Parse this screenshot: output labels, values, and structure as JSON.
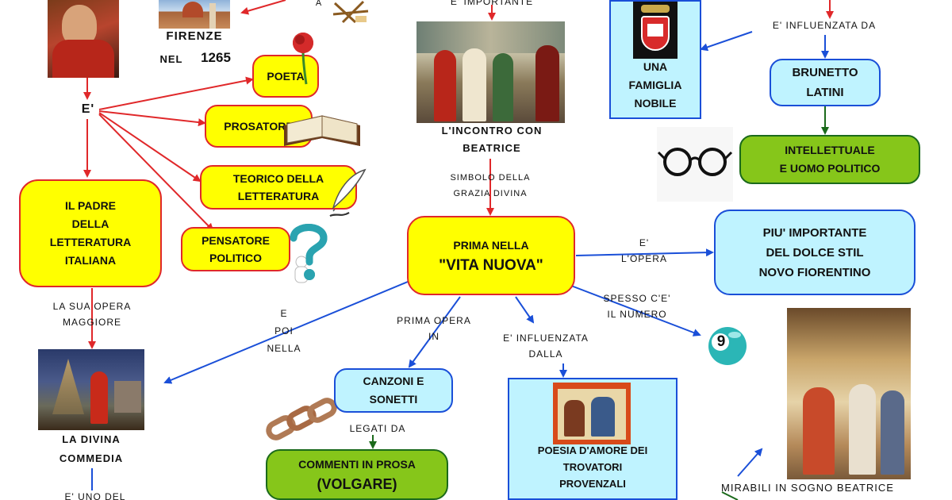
{
  "nodes": {
    "firenze": "FIRENZE",
    "nel": "NEL",
    "year": "1265",
    "e_center": "E'",
    "poeta": "POETA",
    "prosatore": "PROSATORE",
    "teorico": [
      "TEORICO    DELLA",
      "LETTERATURA"
    ],
    "pensatore": [
      "PENSATORE",
      "POLITICO"
    ],
    "padre": [
      "IL   PADRE",
      "DELLA",
      "LETTERATURA",
      "ITALIANA"
    ],
    "sua_opera": [
      "LA  SUA  OPERA",
      "MAGGIORE"
    ],
    "divina": [
      "LA   DIVINA",
      "COMMEDIA"
    ],
    "e_uno": "E'   UNO   DEL",
    "top_a": "A",
    "top_importante": "E'   IMPORTANTE",
    "incontro": [
      "L'INCONTRO    CON",
      "BEATRICE"
    ],
    "simbolo": [
      "SIMBOLO    DELLA",
      "GRAZIA   DIVINA"
    ],
    "vita_nuova_1": "PRIMA    NELLA",
    "vita_nuova_2": "\"VITA    NUOVA\"",
    "e_opera": [
      "E'",
      "L'OPERA"
    ],
    "piu_importante": [
      "PIU'    IMPORTANTE",
      "DEL   DOLCE   STIL",
      "NOVO    FIORENTINO"
    ],
    "spesso": [
      "SPESSO    C'E'",
      "IL   NUMERO"
    ],
    "nine": "9",
    "e_poi": [
      "E",
      "POI",
      "NELLA"
    ],
    "prima_opera": [
      "PRIMA    OPERA",
      "IN"
    ],
    "e_influenzata": [
      "E'       INFLUENZATA",
      "DALLA"
    ],
    "canzoni": [
      "CANZONI    E",
      "SONETTI"
    ],
    "legati": "LEGATI    DA",
    "commenti": [
      "COMMENTI    IN    PROSA",
      "(VOLGARE)"
    ],
    "poesia": [
      "POESIA    D'AMORE   DEI",
      "TROVATORI",
      "PROVENZALI"
    ],
    "mirabili": "MIRABILI      IN     SOGNO     BEATRICE",
    "famiglia": [
      "UNA",
      "FAMIGLIA",
      "NOBILE"
    ],
    "influenzata_da": "E'     INFLUENZATA     DA",
    "brunetto": [
      "BRUNETTO",
      "LATINI"
    ],
    "intellettuale": [
      "INTELLETTUALE",
      "E   UOMO    POLITICO"
    ]
  },
  "colors": {
    "red_arrow": "#e0282a",
    "blue_arrow": "#1a4fd8",
    "green_arrow": "#1b6a1b",
    "yellow": "#ffff00",
    "cyan": "#bff3ff",
    "green": "#86c61a"
  },
  "icons": [
    "rose-icon",
    "book-icon",
    "quill-icon",
    "question-thinker-icon",
    "chain-icon",
    "glasses-icon",
    "billiard-ball-icon",
    "coat-of-arms-icon",
    "easel-icon"
  ]
}
